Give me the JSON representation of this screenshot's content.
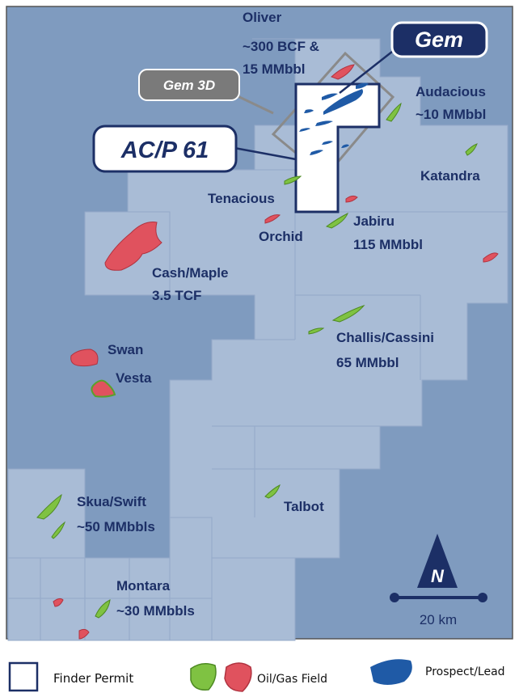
{
  "colors": {
    "sea": "#7f9bbf",
    "block": "#a9bcd6",
    "block_edge": "#94a9c8",
    "navy": "#1c2f66",
    "gas": "#e0525e",
    "oil": "#7fc242",
    "prospect": "#1f5aa6",
    "outline_grey": "#8a8a8a"
  },
  "permit_label": "AC/P 61",
  "gem_label": "Gem",
  "gem3d_label": "Gem 3D",
  "fields": {
    "oliver": [
      "Oliver",
      "~300 BCF &",
      "15 MMbbl"
    ],
    "audacious": [
      "Audacious",
      "~10 MMbbl"
    ],
    "katandra": [
      "Katandra"
    ],
    "tenacious": [
      "Tenacious"
    ],
    "orchid": [
      "Orchid"
    ],
    "jabiru": [
      "Jabiru",
      "115 MMbbl"
    ],
    "cashmaple": [
      "Cash/Maple",
      "3.5 TCF"
    ],
    "swan": [
      "Swan"
    ],
    "vesta": [
      "Vesta"
    ],
    "challis": [
      "Challis/Cassini",
      "65 MMbbl"
    ],
    "skua": [
      "Skua/Swift",
      "~50 MMbbls"
    ],
    "talbot": [
      "Talbot"
    ],
    "montara": [
      "Montara",
      "~30 MMbbls"
    ]
  },
  "north": "N",
  "scale": "20 km",
  "legend": {
    "permit": "Finder Permit",
    "field": "Oil/Gas Field",
    "prospect": "Prospect/Lead"
  }
}
